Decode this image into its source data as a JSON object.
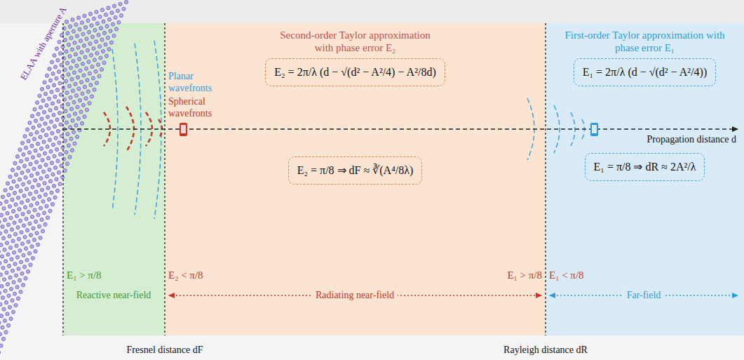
{
  "diagram": {
    "nodes": [
      {
        "text": [
          "Second-order Taylor approximation with phase error E₂"
        ]
      },
      {
        "text": [
          "E₂ = 2π/λ (d − √(d² − A²/4) − A²/8d)"
        ],
        "in": 0
      },
      {
        "text": [
          "E₂ = π/8 ⇒ dF ≈ ∛(A⁴/8λ)"
        ],
        "in": 0
      },
      {
        "text": [
          "First-order Taylor approximation with phase error E₁"
        ]
      },
      {
        "text": [
          "E₁ = 2π/λ (d − √(d² − A²/4))"
        ],
        "in": 3
      },
      {
        "text": [
          "E₁ = π/8 ⇒ dR ≈ 2A²/λ"
        ],
        "in": 3
      }
    ],
    "labels": [
      "ELAA with aperture A",
      "Planar wavefronts",
      "Spherical wavefronts",
      "Propagation distance d",
      "E₁ > π/8",
      "E₂ < π/8",
      "E₁ > π/8",
      "E₁ < π/8",
      "Reactive near-field",
      "Radiating near-field",
      "Far-field",
      "Fresnel distance dF",
      "Rayleigh distance dR"
    ]
  }
}
